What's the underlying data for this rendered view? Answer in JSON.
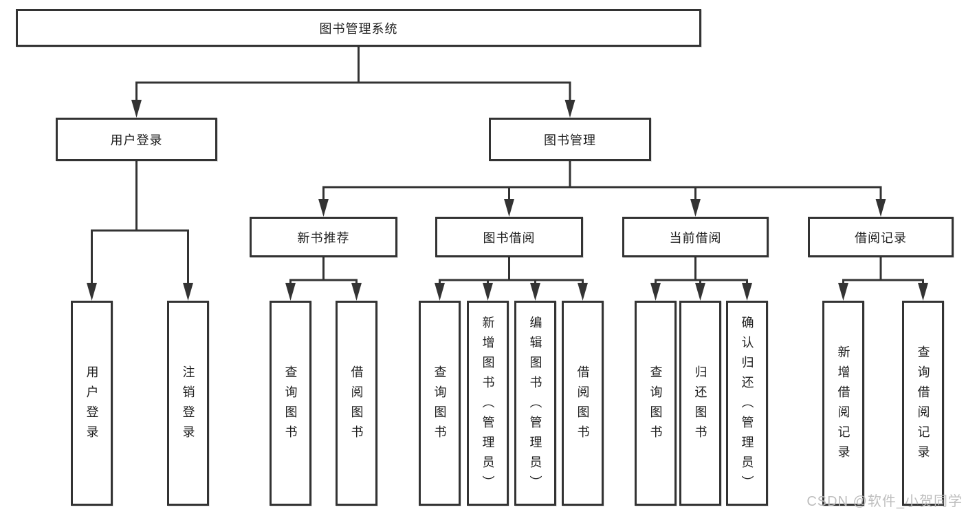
{
  "watermark": "CSDN @软件_小贺同学",
  "colors": {
    "line": "#333333",
    "background": "#ffffff",
    "watermark_text": "#bbbbbb"
  },
  "tree": {
    "id": "root",
    "label": "图书管理系统",
    "children": [
      {
        "id": "user-login",
        "label": "用户登录",
        "children": [
          {
            "id": "user-login-leaf",
            "label": "用户登录"
          },
          {
            "id": "logout",
            "label": "注销登录"
          }
        ]
      },
      {
        "id": "book-mgmt",
        "label": "图书管理",
        "children": [
          {
            "id": "new-book-rec",
            "label": "新书推荐",
            "children": [
              {
                "id": "nbr-query",
                "label": "查询图书"
              },
              {
                "id": "nbr-borrow",
                "label": "借阅图书"
              }
            ]
          },
          {
            "id": "book-borrow",
            "label": "图书借阅",
            "children": [
              {
                "id": "bb-query",
                "label": "查询图书"
              },
              {
                "id": "bb-add",
                "label": "新增图书（管理员）"
              },
              {
                "id": "bb-edit",
                "label": "编辑图书（管理员）"
              },
              {
                "id": "bb-borrow",
                "label": "借阅图书"
              }
            ]
          },
          {
            "id": "current-borrow",
            "label": "当前借阅",
            "children": [
              {
                "id": "cb-query",
                "label": "查询图书"
              },
              {
                "id": "cb-return",
                "label": "归还图书"
              },
              {
                "id": "cb-confirm",
                "label": "确认归还（管理员）"
              }
            ]
          },
          {
            "id": "borrow-record",
            "label": "借阅记录",
            "children": [
              {
                "id": "br-add",
                "label": "新增借阅记录"
              },
              {
                "id": "br-query",
                "label": "查询借阅记录"
              }
            ]
          }
        ]
      }
    ]
  }
}
